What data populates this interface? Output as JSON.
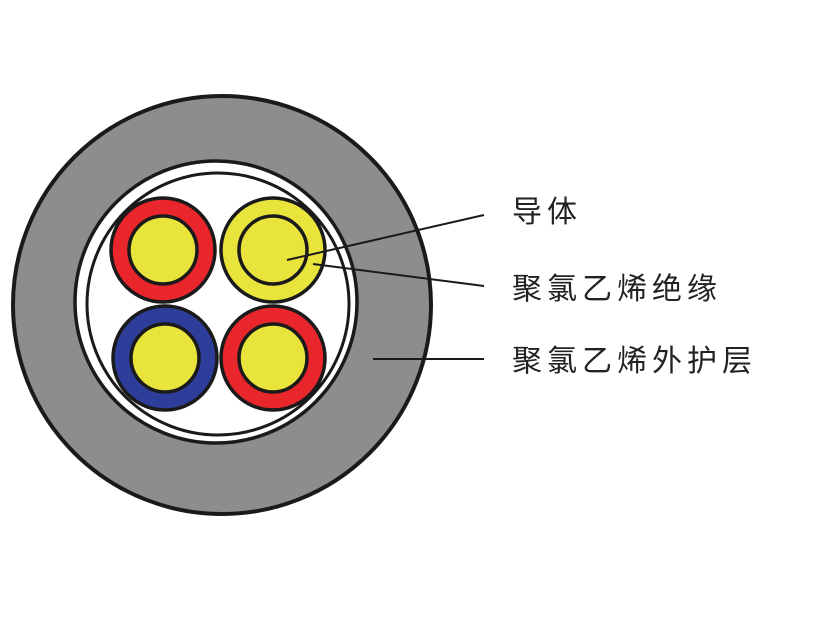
{
  "labels": {
    "conductor": "导体",
    "insulation": "聚氯乙烯绝缘",
    "sheath": "聚氯乙烯外护层"
  },
  "colors": {
    "sheath": "#8b8d8f",
    "conductor": "#e8e43c",
    "red": "#e8262c",
    "blue": "#2e3d9a",
    "outline": "#1a1a1a"
  },
  "cores": [
    {
      "position": "top-left",
      "insulation_color": "#e8262c"
    },
    {
      "position": "top-right",
      "insulation_color": "#e8e43c"
    },
    {
      "position": "bottom-left",
      "insulation_color": "#2e3d9a"
    },
    {
      "position": "bottom-right",
      "insulation_color": "#e8262c"
    }
  ]
}
